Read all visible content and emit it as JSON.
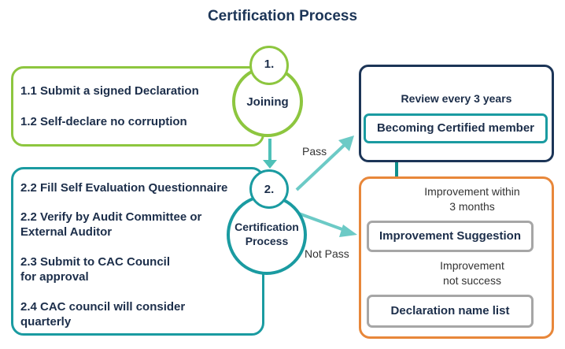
{
  "title": "Certification Process",
  "joining": {
    "step": "1.",
    "label": "Joining",
    "items": [
      "1.1 Submit a signed Declaration",
      "1.2 Self-declare no corruption"
    ]
  },
  "certification": {
    "step": "2.",
    "label_line1": "Certification",
    "label_line2": "Process",
    "items": [
      {
        "line1": "2.2 Fill Self Evaluation Questionnaire",
        "line2": ""
      },
      {
        "line1": "2.2 Verify by Audit Committee or",
        "line2": "External Auditor"
      },
      {
        "line1": "2.3 Submit to CAC Council",
        "line2": "for approval"
      },
      {
        "line1": "2.4 CAC council will consider",
        "line2": "quarterly"
      }
    ]
  },
  "flow": {
    "pass_label": "Pass",
    "not_pass_label": "Not Pass"
  },
  "review": {
    "title": "Review every 3 years",
    "certified": "Becoming Certified member"
  },
  "improvement": {
    "within_line1": "Improvement within",
    "within_line2": "3 months",
    "suggestion": "Improvement Suggestion",
    "fail_line1": "Improvement",
    "fail_line2": "not success",
    "declaration": "Declaration name list"
  },
  "colors": {
    "green": "#8dc63f",
    "teal": "#1a9ba1",
    "navy": "#1c3557",
    "orange": "#e8873a",
    "gray": "#a6a6a6",
    "arrow_light": "#5bc3c1",
    "arrow_green": "#4fc1b8"
  }
}
